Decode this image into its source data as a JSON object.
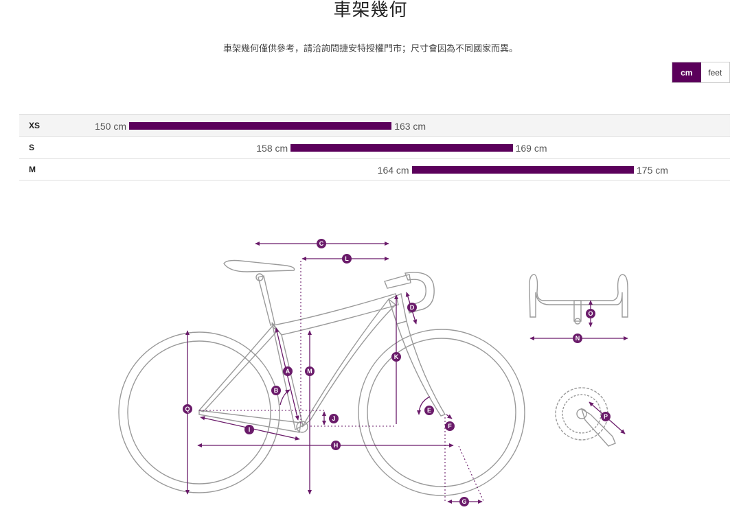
{
  "page": {
    "title": "車架幾何",
    "subtitle": "車架幾何僅供參考，請洽詢問捷安特授權門市；尺寸會因為不同國家而異。"
  },
  "units": {
    "options": [
      "cm",
      "feet"
    ],
    "selected": "cm"
  },
  "size_chart": {
    "scale_min_cm": 150,
    "scale_max_cm": 175,
    "rows": [
      {
        "size": "XS",
        "min": 150,
        "max": 163,
        "min_label": "150 cm",
        "max_label": "163 cm"
      },
      {
        "size": "S",
        "min": 158,
        "max": 169,
        "min_label": "158 cm",
        "max_label": "169 cm"
      },
      {
        "size": "M",
        "min": 164,
        "max": 175,
        "min_label": "164 cm",
        "max_label": "175 cm"
      }
    ]
  },
  "geometry_markers": [
    "A",
    "B",
    "C",
    "D",
    "E",
    "F",
    "G",
    "H",
    "I",
    "J",
    "K",
    "L",
    "M",
    "N",
    "O",
    "P",
    "Q"
  ],
  "colors": {
    "accent": "#5b005b",
    "measure": "#6a1b6a",
    "frame": "#9a9a9a"
  }
}
